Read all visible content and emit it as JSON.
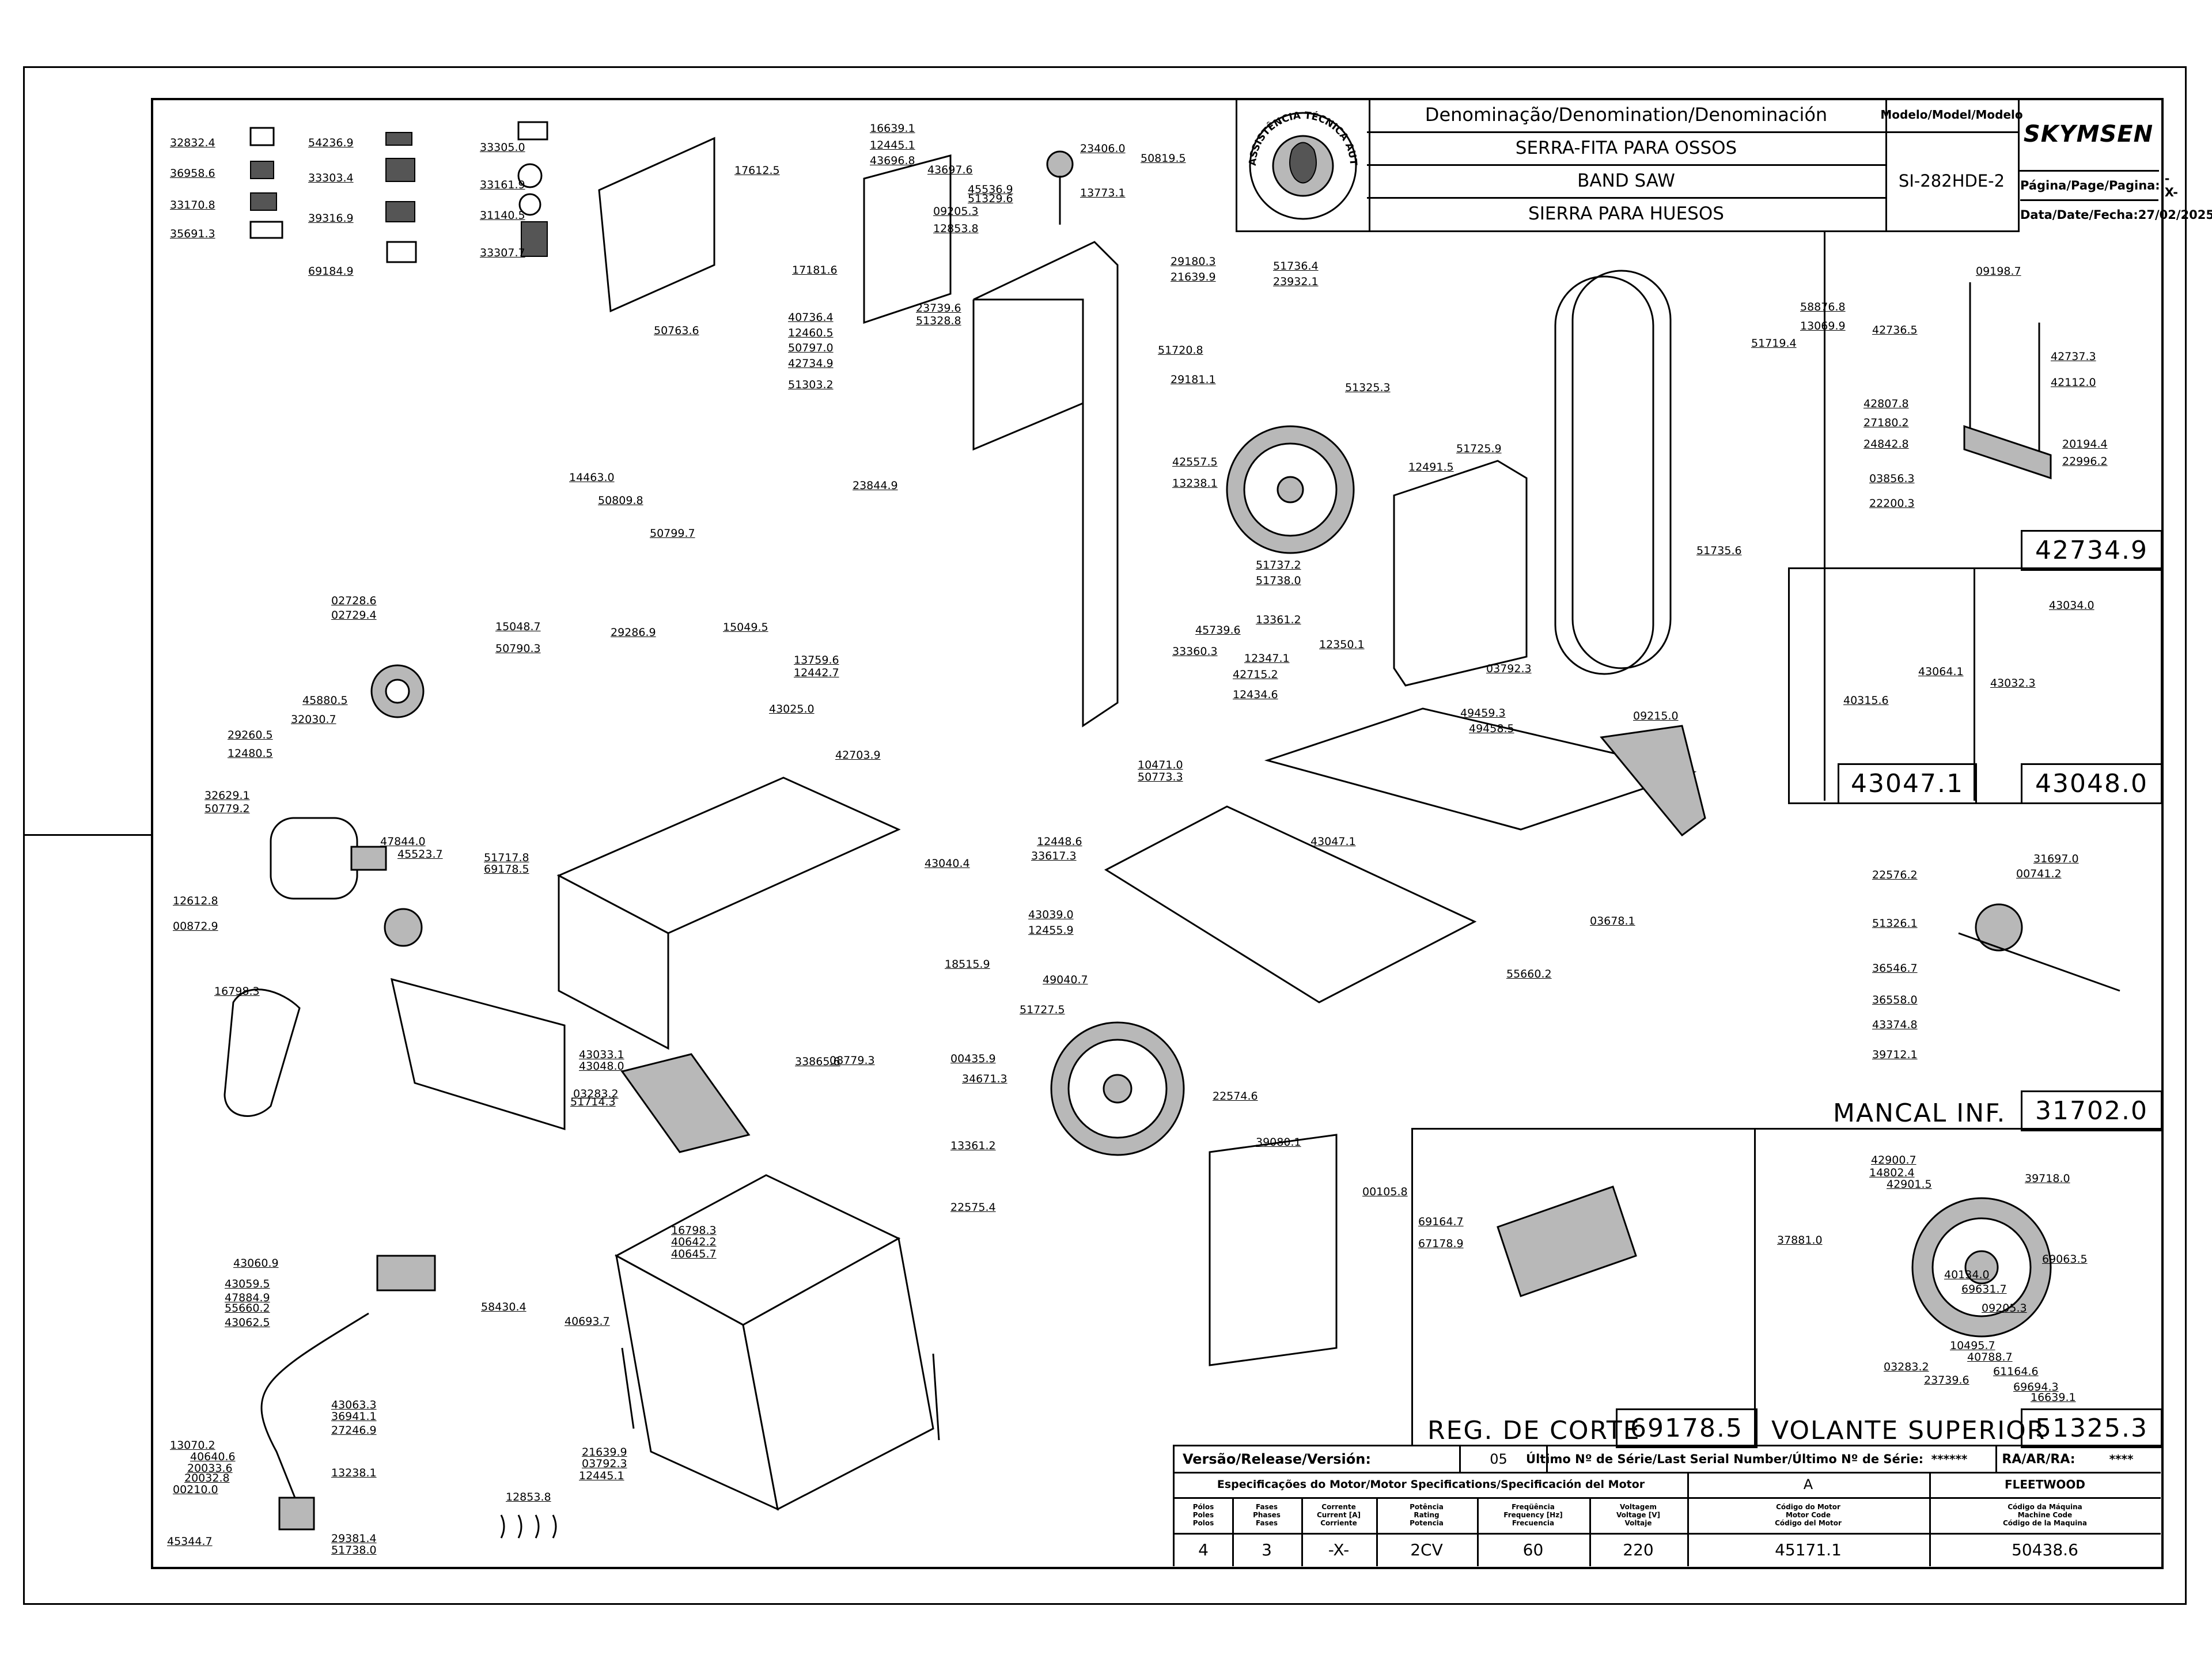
{
  "title_block": {
    "header_denomination": "Denominação/Denomination/Denominación",
    "header_model": "Modelo/Model/Modelo",
    "name_pt": "SERRA-FITA PARA OSSOS",
    "name_en": "BAND SAW",
    "name_es": "SIERRA PARA HUESOS",
    "model": "SI-282HDE-2",
    "brand": "SKYMSEN",
    "page_label": "Página/Page/Pagina:",
    "page_value": "-X-",
    "date_label": "Data/Date/Fecha:",
    "date_value": "27/02/2025",
    "seal_text": "ASSISTÊNCIA TÉCNICA AUTORIZADA"
  },
  "panels": {
    "p42734": {
      "number": "42734.9"
    },
    "p43047": {
      "number": "43047.1"
    },
    "p43048": {
      "number": "43048.0"
    },
    "mancal": {
      "label": "MANCAL INF.",
      "number": "31702.0"
    },
    "reg_corte": {
      "label": "REG. DE CORTE",
      "number": "69178.5"
    },
    "volante": {
      "label": "VOLANTE SUPERIOR",
      "number": "51325.3"
    }
  },
  "footer": {
    "release_label": "Versão/Release/Versión:",
    "release_value": "05",
    "serial_label": "Último Nº de Série/Last Serial Number/Último Nº de Série:",
    "serial_value": "******",
    "ra_label": "RA/AR/RA:",
    "ra_value": "****",
    "motor_spec_label": "Especificações do Motor/Motor Specifications/Specificación del Motor",
    "motor_code_letter": "A",
    "machine_brand": "FLEETWOOD",
    "headers": {
      "poles": "Pólos\nPoles\nPolos",
      "phases": "Fases\nPhases\nFases",
      "current": "Corrente\nCurrent [A]\nCorriente",
      "power": "Potência\nRating\nPotencia",
      "frequency": "Freqüência\nFrequency [Hz]\nFrecuencia",
      "voltage": "Voltagem\nVoltage [V]\nVoltaje",
      "motor_code": "Código do Motor\nMotor Code\nCódigo del Motor",
      "machine_code": "Código da Máquina\nMachine Code\nCódigo de la Maquina"
    },
    "values": {
      "poles": "4",
      "phases": "3",
      "current": "-X-",
      "power": "2CV",
      "frequency": "60",
      "voltage": "220",
      "motor_code": "45171.1",
      "machine_code": "50438.6"
    }
  },
  "part_numbers": [
    "32832.4",
    "36958.6",
    "33170.8",
    "35691.3",
    "54236.9",
    "33303.4",
    "39316.9",
    "69184.9",
    "33305.0",
    "33161.9",
    "31140.5",
    "33307.7",
    "50763.6",
    "14463.0",
    "50809.8",
    "50799.7",
    "16639.1",
    "12445.1",
    "43696.8",
    "43697.6",
    "17612.5",
    "45536.9",
    "51329.6",
    "09205.3",
    "12853.8",
    "17181.6",
    "40736.4",
    "12460.5",
    "50797.0",
    "42734.9",
    "51303.2",
    "23739.6",
    "51328.8",
    "23844.9",
    "23406.0",
    "13773.1",
    "50819.5",
    "29180.3",
    "21639.9",
    "51736.4",
    "23932.1",
    "51720.8",
    "29181.1",
    "42557.5",
    "13238.1",
    "51325.3",
    "12491.5",
    "51725.9",
    "51737.2",
    "51738.0",
    "13361.2",
    "03792.3",
    "12350.1",
    "12347.1",
    "42715.2",
    "12434.6",
    "45739.6",
    "33360.3",
    "58876.8",
    "13069.9",
    "51719.4",
    "51735.6",
    "09198.7",
    "42736.5",
    "42737.3",
    "42112.0",
    "42807.8",
    "27180.2",
    "24842.8",
    "20194.4",
    "22996.2",
    "03856.3",
    "22200.3",
    "43064.1",
    "40315.6",
    "43034.0",
    "43032.3",
    "02728.6",
    "02729.4",
    "29286.9",
    "15048.7",
    "50790.3",
    "15049.5",
    "13759.6",
    "12442.7",
    "45880.5",
    "32030.7",
    "43025.0",
    "42703.9",
    "29260.5",
    "12480.5",
    "32629.1",
    "50779.2",
    "51717.8",
    "69178.5",
    "49459.3",
    "49458.5",
    "09215.0",
    "10471.0",
    "50773.3",
    "12448.6",
    "33617.3",
    "43047.1",
    "43040.4",
    "43039.0",
    "12455.9",
    "49040.7",
    "18515.9",
    "03678.1",
    "55660.2",
    "12612.8",
    "00872.9",
    "47844.0",
    "45523.7",
    "16798.3",
    "03283.2",
    "51714.3",
    "43033.1",
    "43048.0",
    "08779.3",
    "33865.6",
    "00435.9",
    "34671.3",
    "51727.5",
    "13361.2",
    "22575.4",
    "22574.6",
    "00105.8",
    "39080.1",
    "31697.0",
    "00741.2",
    "22576.2",
    "51326.1",
    "36546.7",
    "36558.0",
    "43374.8",
    "39712.1",
    "42900.7",
    "14802.4",
    "42901.5",
    "39718.0",
    "37881.0",
    "69063.5",
    "10495.7",
    "40788.7",
    "61164.6",
    "69694.3",
    "16639.1",
    "69164.7",
    "67178.9",
    "40134.0",
    "69631.7",
    "09205.3",
    "03283.2",
    "23739.6",
    "16798.3",
    "40642.2",
    "40645.7",
    "43060.9",
    "43059.5",
    "47884.9",
    "55660.2",
    "43062.5",
    "58430.4",
    "40693.7",
    "43063.3",
    "36941.1",
    "27246.9",
    "13070.2",
    "40640.6",
    "20033.6",
    "20032.8",
    "00210.0",
    "13238.1",
    "45344.7",
    "29381.4",
    "51738.0",
    "21639.9",
    "03792.3",
    "12445.1",
    "12853.8"
  ]
}
